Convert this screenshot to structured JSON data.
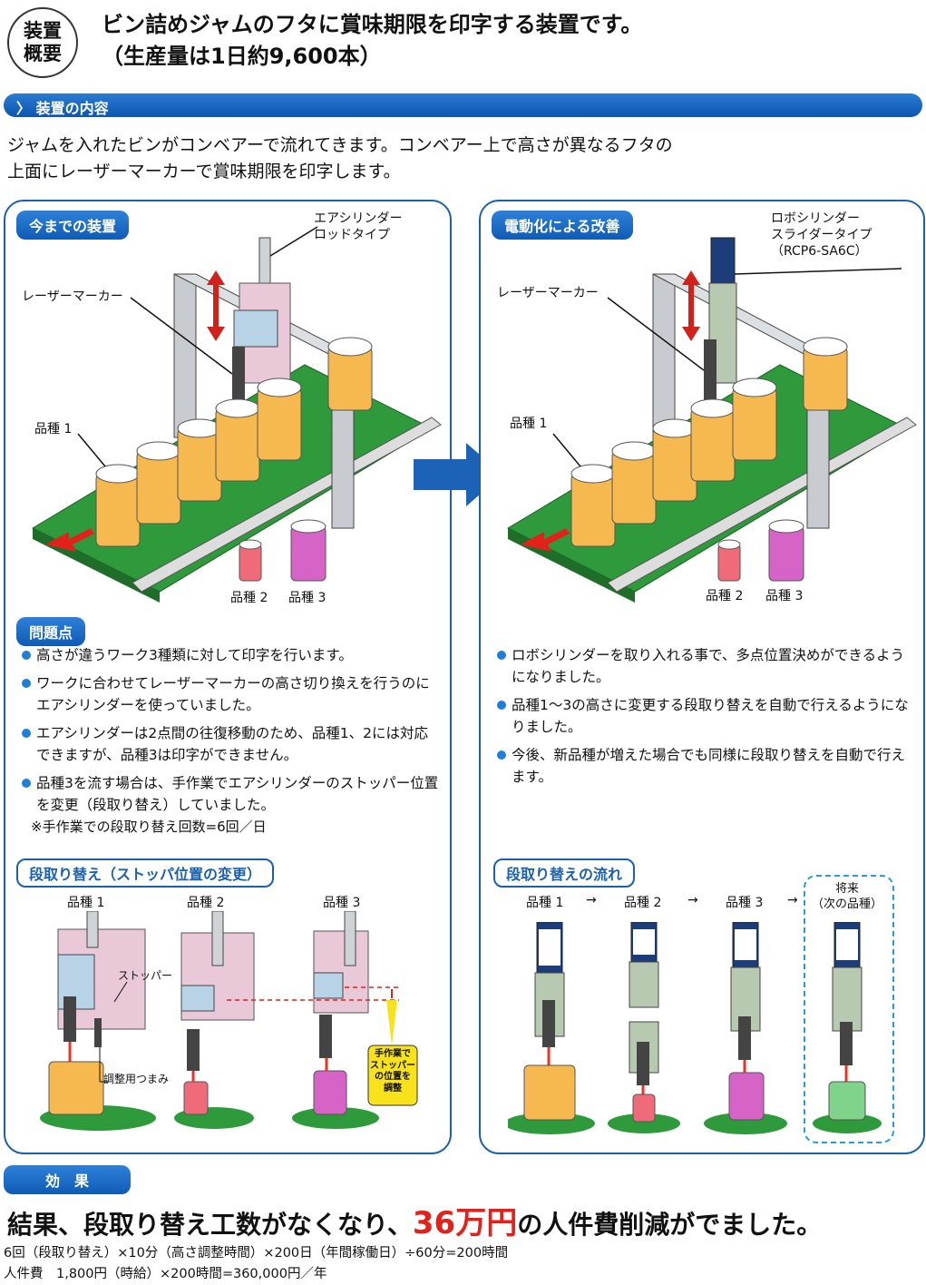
{
  "header": {
    "badge_line1": "装置",
    "badge_line2": "概要",
    "headline_line1": "ビン詰めジャムのフタに賞味期限を印字する装置です。",
    "headline_line2": "（生産量は1日約9,600本）"
  },
  "section_bar": {
    "label": "〉 装置の内容"
  },
  "intro": {
    "line1": "ジャムを入れたビンがコンベアーで流れてきます。コンベアー上で高さが異なるフタの",
    "line2": "上面にレーザーマーカーで賞味期限を印字します。"
  },
  "left_panel": {
    "title": "今までの装置",
    "label_cylinder_1": "エアシリンダー",
    "label_cylinder_2": "ロッドタイプ",
    "label_laser": "レーザーマーカー",
    "label_item1": "品種 1",
    "label_item2": "品種 2",
    "label_item3": "品種 3",
    "problems_title": "問題点",
    "bullets": [
      "高さが違うワーク3種類に対して印字を行います。",
      "ワークに合わせてレーザーマーカーの高さ切り換えを行うのにエアシリンダーを使っていました。",
      "エアシリンダーは2点間の往復移動のため、品種1、2には対応できますが、品種3は印字ができません。",
      "品種3を流す場合は、手作業でエアシリンダーのストッパー位置を変更（段取り替え）していました。"
    ],
    "note": "※手作業での段取り替え回数=6回／日",
    "changeover_title": "段取り替え（ストッパ位置の変更）",
    "stage1": "品種 1",
    "stage2": "品種 2",
    "stage3": "品種 3",
    "label_stopper": "ストッパー",
    "label_knob": "調整用つまみ",
    "callout_line1": "手作業で",
    "callout_line2": "ストッパー",
    "callout_line3": "の位置を",
    "callout_line4": "調整"
  },
  "right_panel": {
    "title": "電動化による改善",
    "label_robo_1": "ロボシリンダー",
    "label_robo_2": "スライダータイプ",
    "label_robo_3": "（RCP6-SA6C）",
    "label_laser": "レーザーマーカー",
    "label_item1": "品種 1",
    "label_item2": "品種 2",
    "label_item3": "品種 3",
    "bullets": [
      "ロボシリンダーを取り入れる事で、多点位置決めができるようになりました。",
      "品種1～3の高さに変更する段取り替えを自動で行えるようになりました。",
      "今後、新品種が増えた場合でも同様に段取り替えを自動で行えます。"
    ],
    "flow_title": "段取り替えの流れ",
    "flow1": "品種 1",
    "flow2": "品種 2",
    "flow3": "品種 3",
    "arrow": "→",
    "future_line1": "将来",
    "future_line2": "（次の品種）"
  },
  "effect": {
    "label": "効　果",
    "result_pre": "結果、段取り替え工数がなくなり、",
    "result_highlight": "36万円",
    "result_post": "の人件費削減がでました。",
    "calc_line1": "6回（段取り替え）×10分（高さ調整時間）×200日（年間稼働日）÷60分=200時間",
    "calc_line2": "人件費　1,800円（時給）×200時間=360,000円／年"
  },
  "colors": {
    "accent_blue": "#0c56b0",
    "conveyor_green": "#2e9a3c",
    "highlight_red": "#e3211b",
    "jam_orange": "#f6b94f",
    "jam_red": "#ef6b7a",
    "jam_purple": "#d564c6",
    "jam_green": "#7fd38a"
  }
}
